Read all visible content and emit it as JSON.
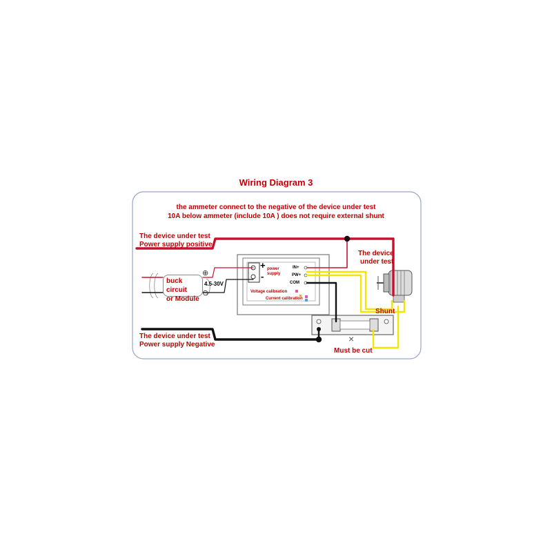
{
  "title": "Wiring Diagram 3",
  "notes": {
    "line1": "the ammeter connect to the negative of the device under test",
    "line2": "10A below ammeter (include 10A ) does not require external shunt"
  },
  "labels": {
    "dut_positive_1": "The device under test",
    "dut_positive_2": "Power supply positive",
    "dut_negative_1": "The device under test",
    "dut_negative_2": "Power supply Negative",
    "device_1": "The device",
    "device_2": "under test",
    "buck_1": "buck circuit",
    "buck_2": "or Module",
    "voltage_range": "4.5-30V",
    "plus_sign": "+",
    "minus_sign": "-",
    "power_supply_1": "power",
    "power_supply_2": "supply",
    "in_plus": "IN+",
    "pw_plus": "PW+",
    "com": "COM",
    "voltage_calibration": "Voltage calibration",
    "current_calibration": "Current calibration",
    "shunt": "Shunt",
    "must_be_cut": "Must be cut",
    "cut_mark": "×",
    "positive_symbol": "⊕",
    "negative_symbol": "⊖"
  },
  "colors": {
    "red_wire": "#c8102e",
    "black_wire": "#111111",
    "yellow_wire": "#f2e600",
    "text": "#c00000"
  }
}
